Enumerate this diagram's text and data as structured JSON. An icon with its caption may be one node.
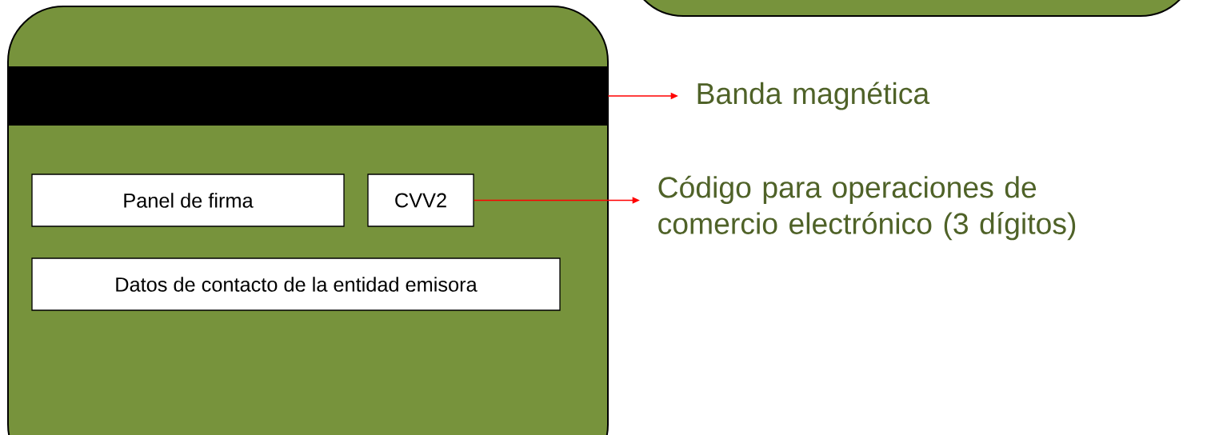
{
  "diagram": {
    "nodes": [
      {
        "text": [],
        "shape": "box"
      },
      {
        "text": [],
        "shape": "box"
      },
      {
        "text": [],
        "shape": "bar",
        "in": 1
      },
      {
        "text": [
          "Panel de firma"
        ],
        "in": 1
      },
      {
        "text": [
          "CVV2"
        ],
        "in": 1
      },
      {
        "text": [
          "Datos de contacto de la entidad emisora"
        ],
        "in": 1
      },
      {
        "text": [
          "Banda magnética"
        ]
      },
      {
        "text": [
          "Código para operaciones de comercio electrónico (3 dígitos)"
        ]
      }
    ],
    "edges": [
      {
        "from": 2,
        "to": 6,
        "arrow": "to",
        "color": "#ff0000"
      },
      {
        "from": 4,
        "to": 7,
        "arrow": "to",
        "color": "#ff0000"
      }
    ]
  }
}
